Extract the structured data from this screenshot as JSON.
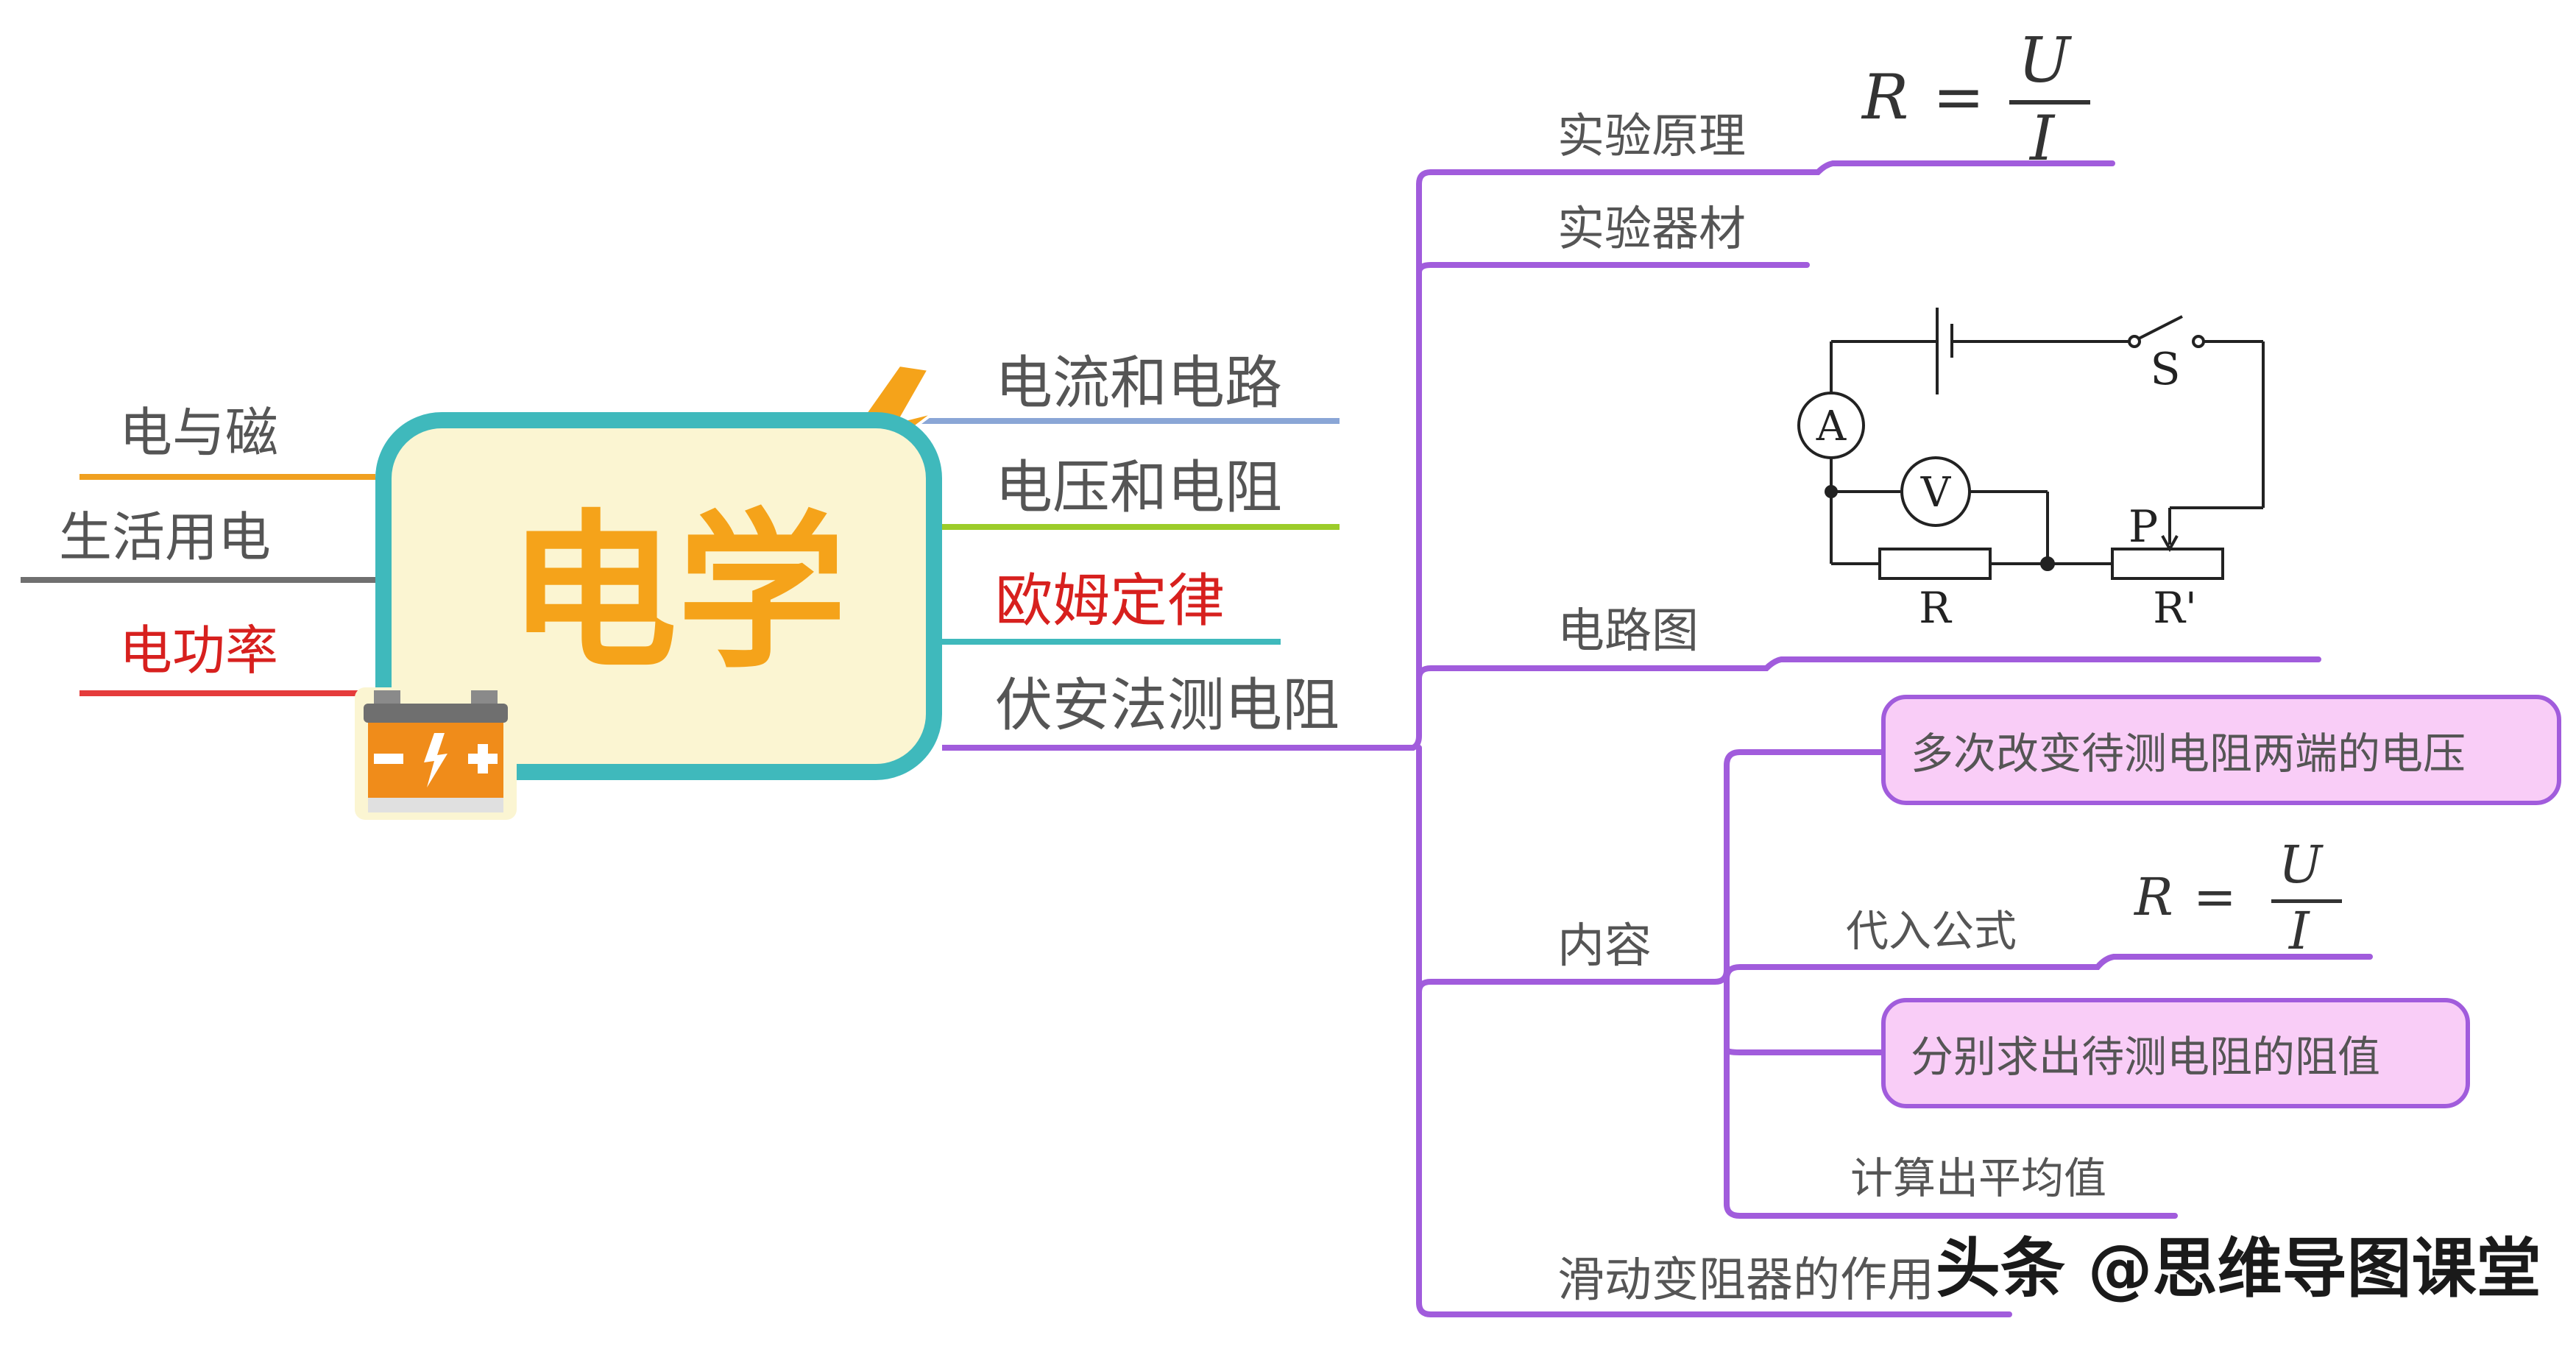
{
  "center": {
    "title": "电学"
  },
  "left_branches": [
    {
      "label": "电与磁",
      "color": "#f0a020"
    },
    {
      "label": "生活用电",
      "color": "#707070"
    },
    {
      "label": "电功率",
      "color": "#e53b3b"
    }
  ],
  "right_branches": [
    {
      "label": "电流和电路",
      "color": "#8aa6d6"
    },
    {
      "label": "电压和电阻",
      "color": "#9ccc2a"
    },
    {
      "label": "欧姆定律",
      "color": "#3fb9bc",
      "text_color": "#d7201e"
    },
    {
      "label": "伏安法测电阻",
      "color": "#a15cdc"
    }
  ],
  "sub_branches": {
    "principle": "实验原理",
    "equipment": "实验器材",
    "circuit": "电路图",
    "content": "内容",
    "rheostat": "滑动变阻器的作用"
  },
  "content_items": {
    "step1": "多次改变待测电阻两端的电压",
    "step2": "代入公式",
    "step3": "分别求出待测电阻的阻值",
    "step4": "计算出平均值"
  },
  "formula": {
    "lhs": "R",
    "eq": "=",
    "num": "U",
    "den": "I"
  },
  "circuit_labels": {
    "ammeter": "A",
    "voltmeter": "V",
    "switch": "S",
    "slider": "P",
    "resistor": "R",
    "rheostat": "R'"
  },
  "watermark": "头条 @思维导图课堂",
  "colors": {
    "purple": "#a15cdc",
    "teal": "#3fb9bc",
    "cream": "#fbf5d2",
    "orange": "#f5a31a",
    "pink_box": "#f9cdf7"
  }
}
